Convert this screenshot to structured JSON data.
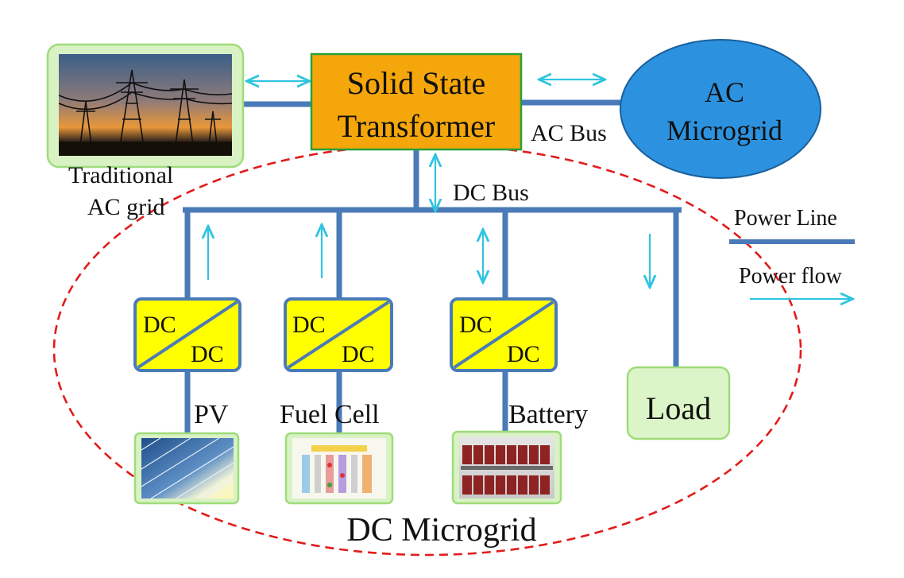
{
  "colors": {
    "power_line": "#4a7ab8",
    "power_flow": "#2fc4e0",
    "sst_fill": "#f5a60a",
    "sst_border": "#27a03a",
    "ac_microgrid_fill": "#2c92e0",
    "ac_microgrid_border": "#1a5f9a",
    "converter_fill": "#ffff00",
    "converter_border": "#4a7ab8",
    "image_frame": "#9edc7a",
    "load_fill": "#dcf5c8",
    "dc_boundary": "#e21b1b"
  },
  "sst": {
    "line1": "Solid State",
    "line2": "Transformer"
  },
  "ac_microgrid": {
    "line1": "AC",
    "line2": "Microgrid"
  },
  "ac_grid": {
    "line1": "Traditional",
    "line2": "AC grid",
    "image": "power-transmission-towers-at-sunset"
  },
  "labels": {
    "ac_bus": "AC Bus",
    "dc_bus": "DC Bus",
    "dc_microgrid": "DC Microgrid"
  },
  "legend": {
    "power_line": "Power Line",
    "power_flow": "Power flow"
  },
  "converters": [
    {
      "top": "DC",
      "bottom": "DC"
    },
    {
      "top": "DC",
      "bottom": "DC"
    },
    {
      "top": "DC",
      "bottom": "DC"
    }
  ],
  "sources": [
    {
      "label": "PV",
      "image": "solar-panel"
    },
    {
      "label": "Fuel Cell",
      "image": "fuel-cell-diagram"
    },
    {
      "label": "Battery",
      "image": "battery-rack"
    }
  ],
  "load": {
    "label": "Load"
  }
}
